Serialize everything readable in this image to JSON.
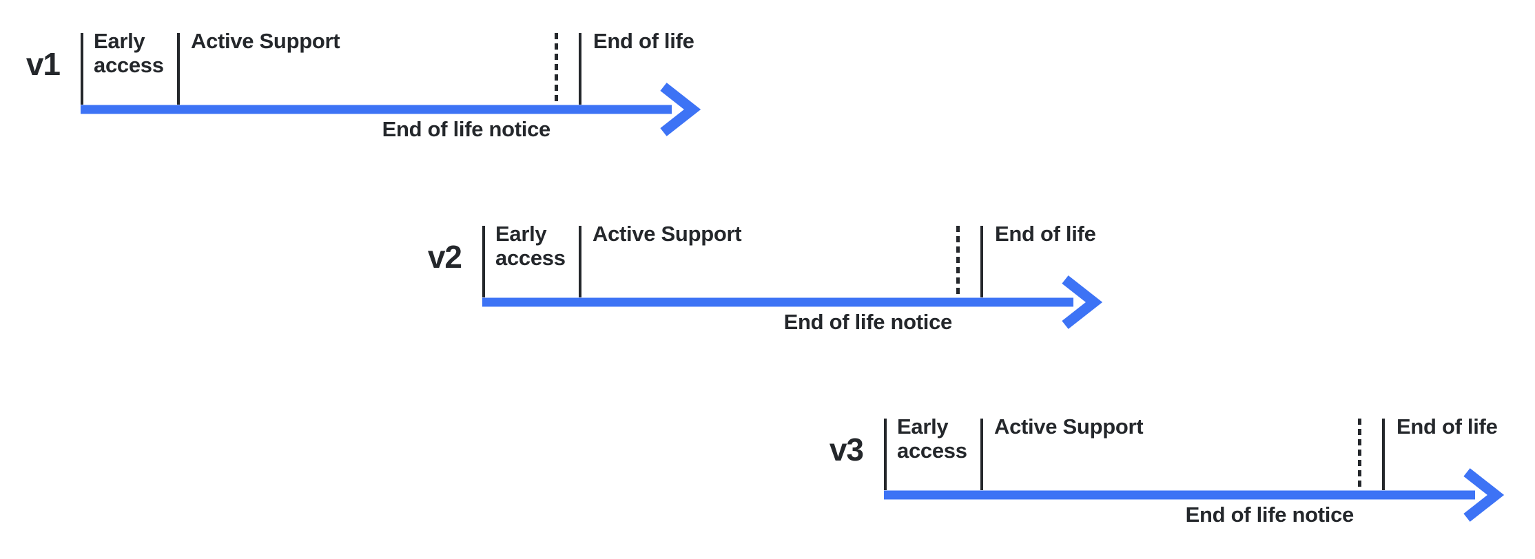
{
  "diagram": {
    "type": "timeline",
    "description": "Version support lifecycle timelines for three product versions, staggered to show overlapping support windows",
    "colors": {
      "arrow": "#3d73f5",
      "ink": "#24272b",
      "background": "#ffffff"
    },
    "phase_names": {
      "early": "Early access",
      "active": "Active Support",
      "notice": "End of life notice",
      "eol": "End of life"
    },
    "rows": [
      {
        "version": "v1",
        "early": "Early access",
        "active": "Active Support",
        "notice": "End of life notice",
        "eol": "End of life"
      },
      {
        "version": "v2",
        "early": "Early access",
        "active": "Active Support",
        "notice": "End of life notice",
        "eol": "End of life"
      },
      {
        "version": "v3",
        "early": "Early access",
        "active": "Active Support",
        "notice": "End of life notice",
        "eol": "End of life"
      }
    ]
  }
}
